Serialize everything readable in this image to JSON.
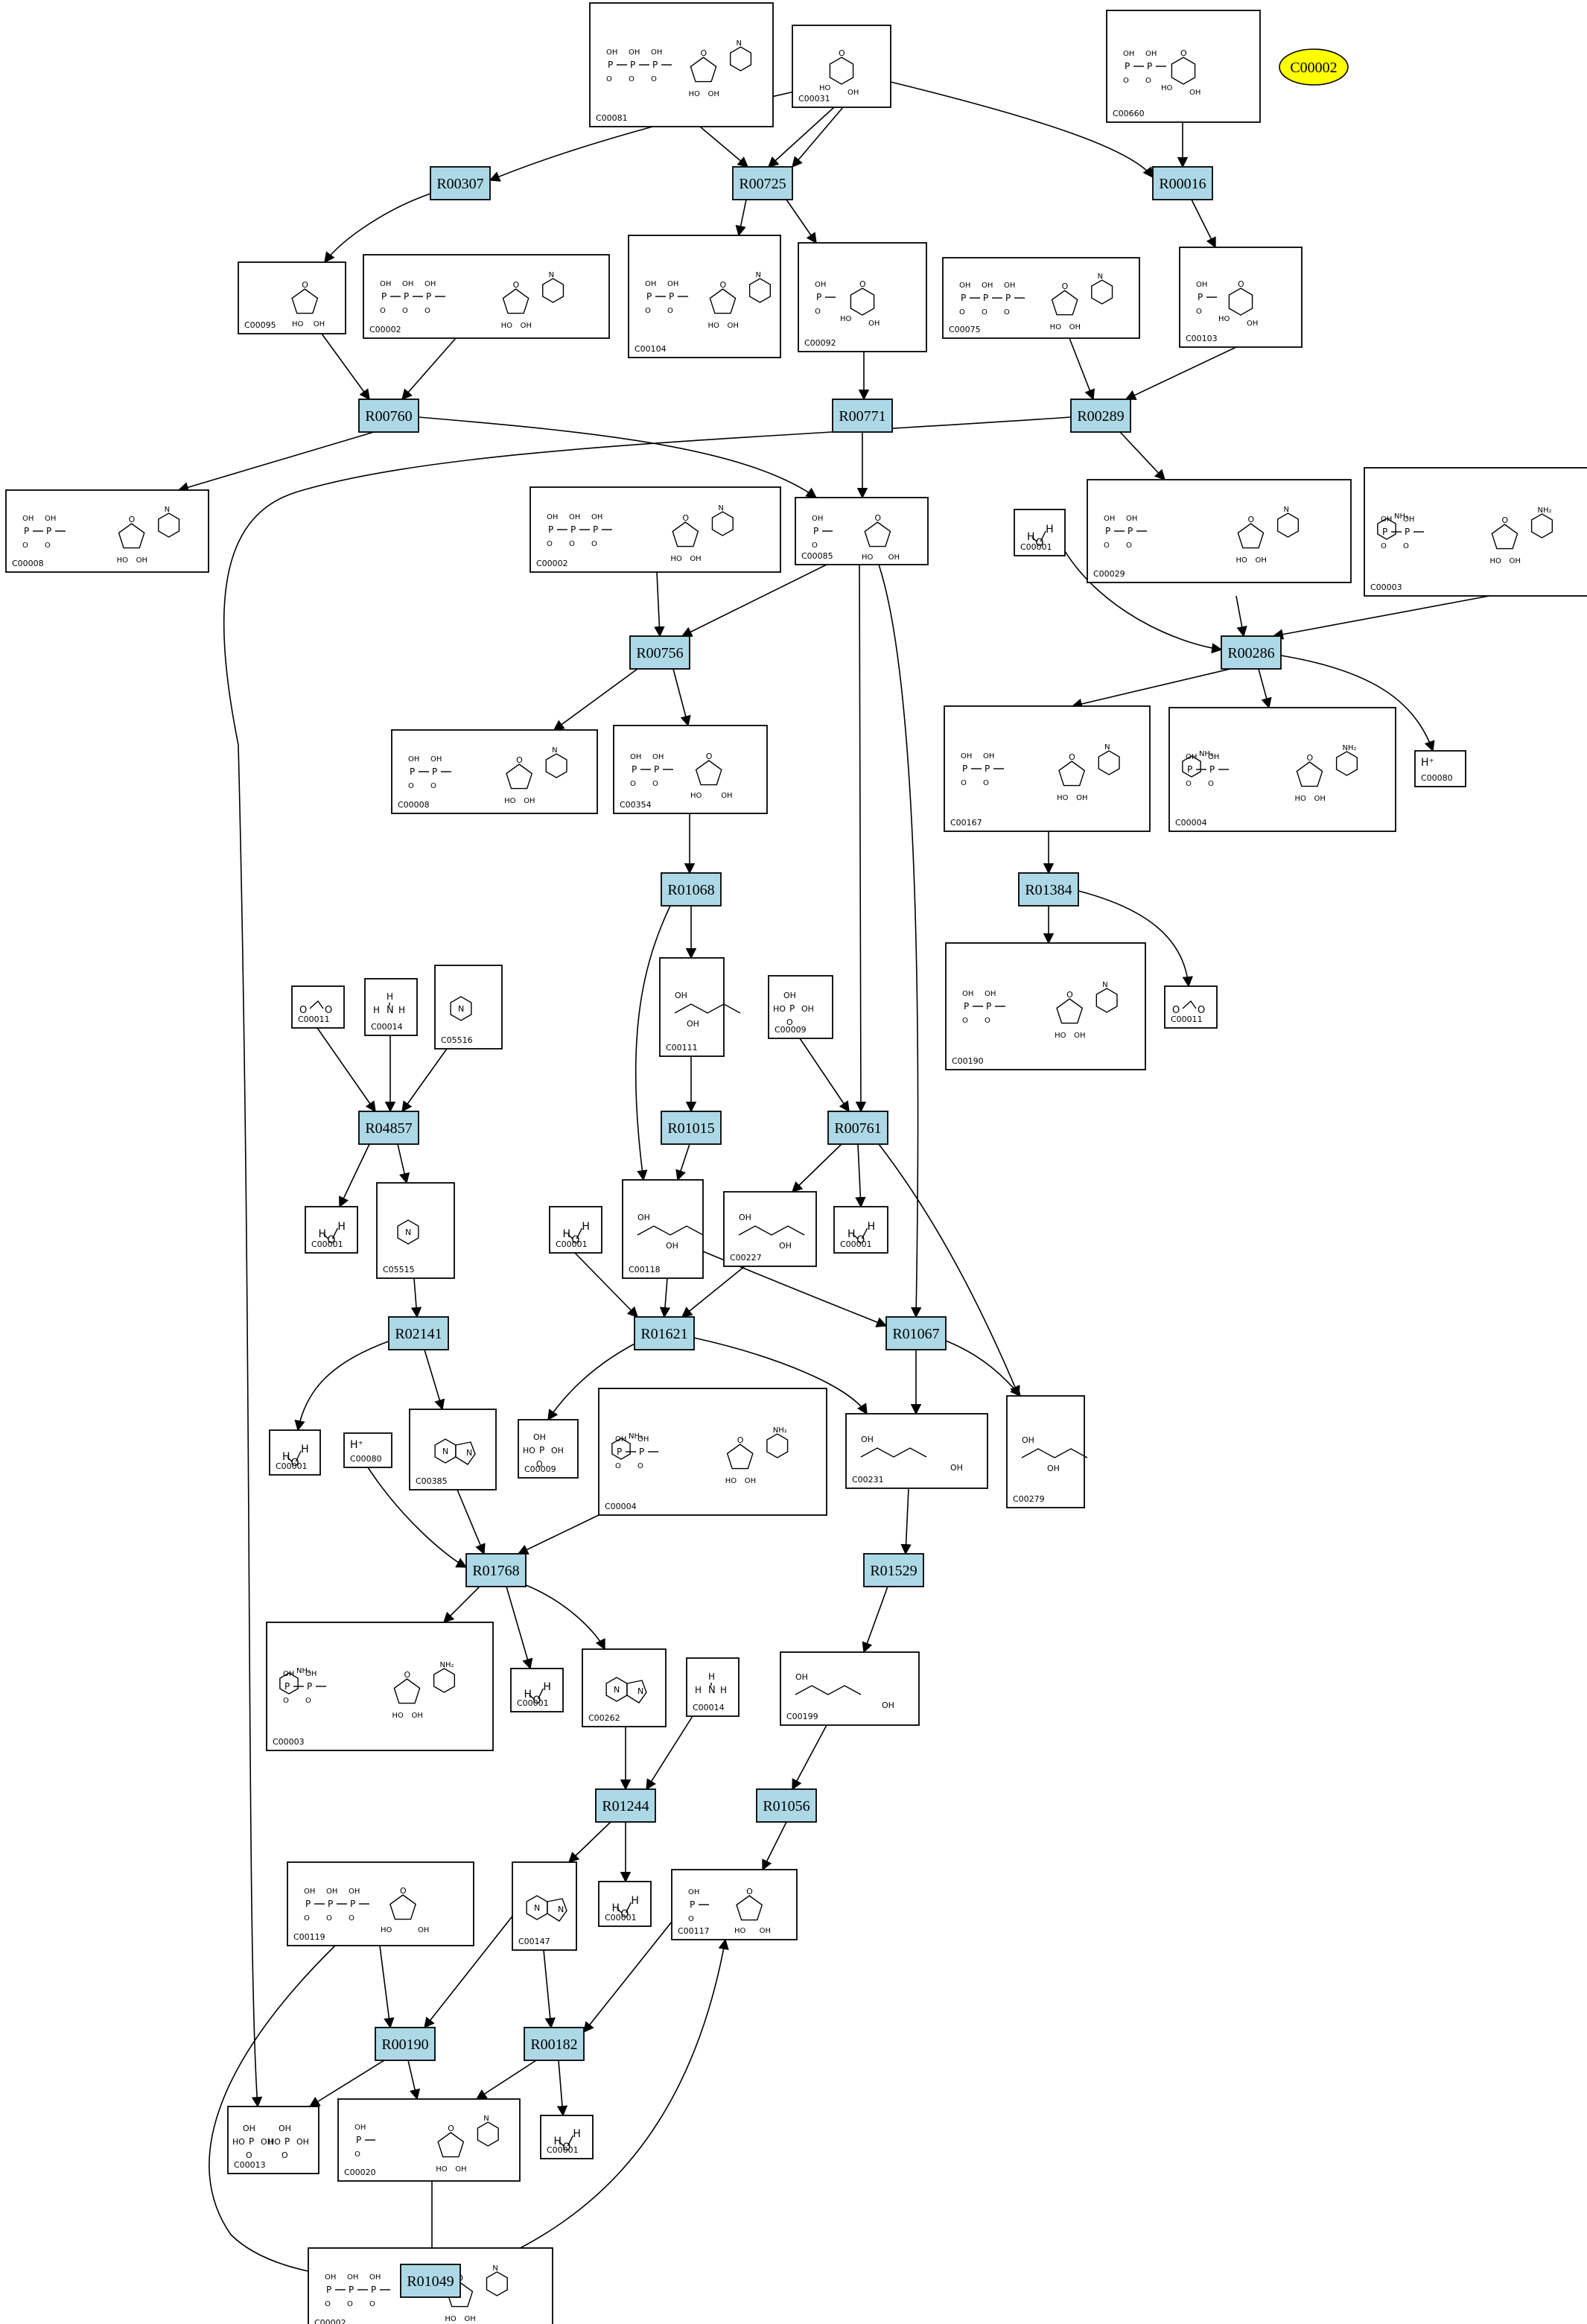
{
  "reactions": [
    "R00307",
    "R00725",
    "R00016",
    "R00760",
    "R00771",
    "R00289",
    "R00756",
    "R00286",
    "R01068",
    "R01384",
    "R04857",
    "R01015",
    "R00761",
    "R02141",
    "R01621",
    "R01067",
    "R01768",
    "R01529",
    "R01244",
    "R01056",
    "R00190",
    "R00182",
    "R01049"
  ],
  "compounds": [
    "C00081",
    "C00031",
    "C00660",
    "C00095",
    "C00002",
    "C00104",
    "C00092",
    "C00075",
    "C00103",
    "C00008",
    "C00085",
    "C00001",
    "C00029",
    "C00003",
    "C00354",
    "C00080",
    "C00167",
    "C00004",
    "C00011",
    "C00014",
    "C05516",
    "C00111",
    "C00009",
    "C00190",
    "C05515",
    "C00118",
    "C00227",
    "C00385",
    "C00231",
    "C00279",
    "C00262",
    "C00199",
    "C00119",
    "C00147",
    "C00117",
    "C00013",
    "C00020"
  ],
  "highlight_node": "C00002",
  "colors": {
    "reaction_fill": "#add8e6",
    "highlight_fill": "#ffff00",
    "edge": "#000000"
  }
}
